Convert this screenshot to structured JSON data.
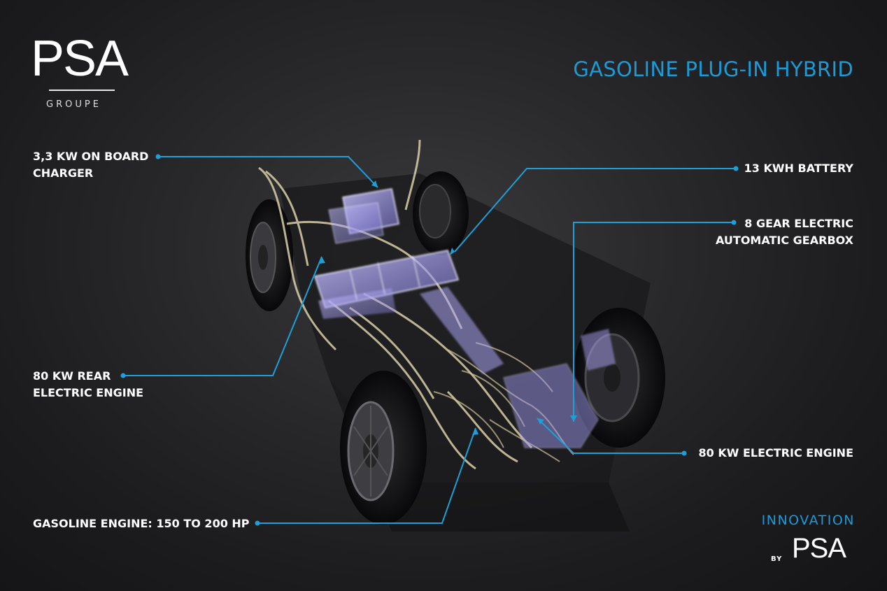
{
  "logo": {
    "name": "PSA",
    "sub": "GROUPE"
  },
  "title": "GASOLINE PLUG-IN HYBRID",
  "callouts": {
    "charger": {
      "line1": "3,3 KW ON BOARD",
      "line2": "CHARGER"
    },
    "battery": {
      "line1": "13 KWH BATTERY"
    },
    "gearbox": {
      "line1": "8 GEAR ELECTRIC",
      "line2": "AUTOMATIC GEARBOX"
    },
    "rear_engine": {
      "line1": "80 KW REAR",
      "line2": "ELECTRIC ENGINE"
    },
    "electric_engine": {
      "line1": "80 KW ELECTRIC ENGINE"
    },
    "gasoline_engine": {
      "line1": "GASOLINE ENGINE: 150 TO 200 HP"
    }
  },
  "innovation": {
    "word": "INNOVATION",
    "by": "BY",
    "brand": "PSA"
  },
  "colors": {
    "accent": "#1a9ad6",
    "leader": "#1e9fd8",
    "background": "#232325",
    "text": "#ffffff"
  }
}
